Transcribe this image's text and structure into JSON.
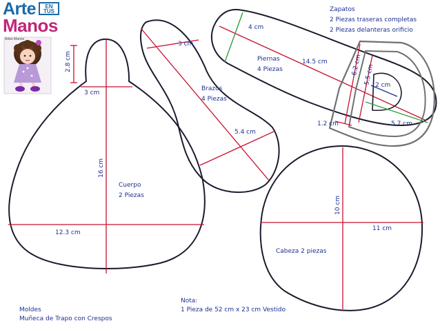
{
  "logo": {
    "line1": "Arte",
    "badge": "EN TUS",
    "line2": "Manos",
    "photo_tag": "Artes Manos"
  },
  "colors": {
    "text": "#1e2f8f",
    "outline": "#1a1a2e",
    "measure_red": "#c8102e",
    "measure_green": "#2e9e3e",
    "measure_blue": "#1e2f8f",
    "logo_blue": "#1a6aa8",
    "logo_pink": "#c0267a"
  },
  "cuerpo": {
    "neck_height": "2.8 cm",
    "neck_width": "3 cm",
    "height": "16 cm",
    "width": "12.3 cm",
    "name": "Cuerpo",
    "pieces": "2 Piezas"
  },
  "brazos": {
    "width_top": "3 cm",
    "name": "Brazos",
    "pieces": "4 Piezas",
    "width_bottom": "5.4 cm"
  },
  "piernas": {
    "width": "4 cm",
    "name": "Piernas",
    "pieces": "4 Piezas",
    "length": "14.5 cm"
  },
  "zapatos": {
    "title": "Zapatos",
    "line1": "2 Piezas traseras completas",
    "line2": "2 Piezas delanteras orificio",
    "height": "6.2 cm",
    "inner_height": "5.5 cm",
    "hole": "2 cm",
    "base": "1.2 cm",
    "length": "5.7 cm"
  },
  "cabeza": {
    "height": "10 cm",
    "width": "11 cm",
    "name": "Cabeza 2 piezas"
  },
  "footer": {
    "moldes": "Moldes",
    "subtitle": "Muñeca de Trapo con Crespos",
    "nota": "Nota:",
    "nota_text": "1 Pieza de 52 cm x 23 cm Vestido"
  }
}
